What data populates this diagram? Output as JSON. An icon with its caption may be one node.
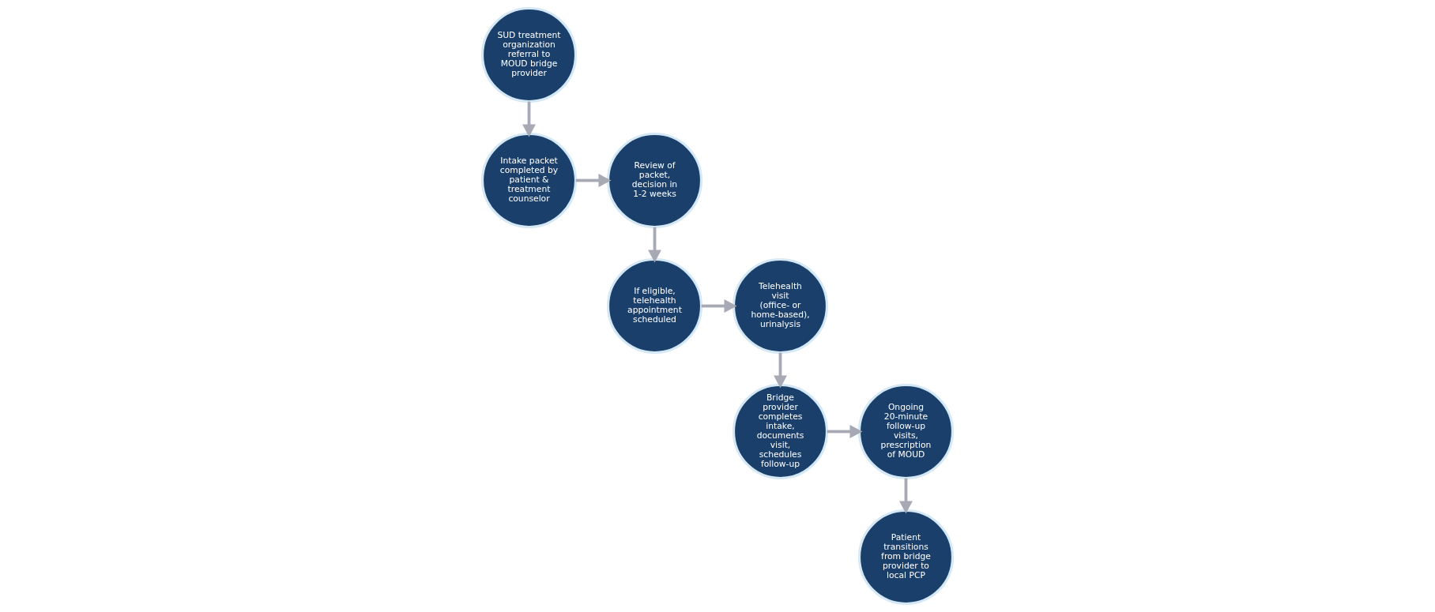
{
  "diagram": {
    "nodes": [
      {
        "text": [
          "SUD treatment organization referral to MOUD bridge provider"
        ]
      },
      {
        "text": [
          "Intake packet completed by patient & treatment counselor"
        ]
      },
      {
        "text": [
          "Review of packet, decision in 1-2 weeks"
        ]
      },
      {
        "text": [
          "If eligible, telehealth appointment scheduled"
        ]
      },
      {
        "text": [
          "Telehealth visit (office- or home-based), urinalysis"
        ]
      },
      {
        "text": [
          "Bridge provider completes intake, documents visit, schedules follow-up"
        ]
      },
      {
        "text": [
          "Ongoing 20-minute follow-up visits, prescription of MOUD"
        ]
      },
      {
        "text": [
          "Patient transitions from bridge provider to local PCP"
        ]
      }
    ],
    "edges": [
      {
        "from": 0,
        "to": 1,
        "arrow": "to"
      },
      {
        "from": 1,
        "to": 2,
        "arrow": "to"
      },
      {
        "from": 2,
        "to": 3,
        "arrow": "to"
      },
      {
        "from": 3,
        "to": 4,
        "arrow": "to"
      },
      {
        "from": 4,
        "to": 5,
        "arrow": "to"
      },
      {
        "from": 5,
        "to": 6,
        "arrow": "to"
      },
      {
        "from": 6,
        "to": 7,
        "arrow": "to"
      }
    ]
  }
}
